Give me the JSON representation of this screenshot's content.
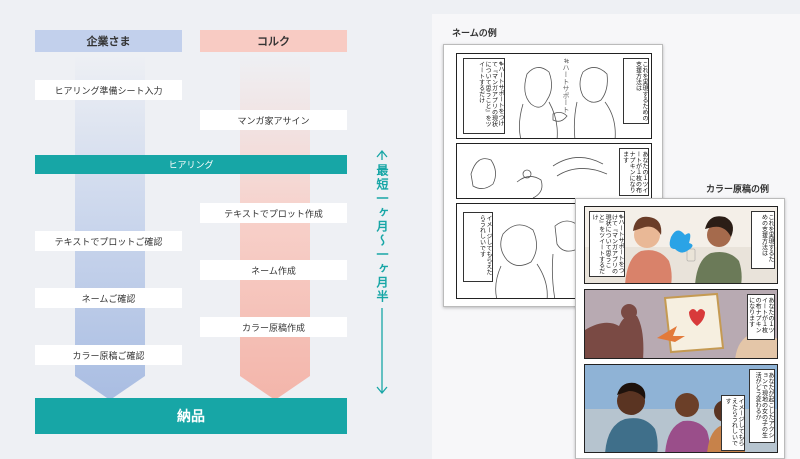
{
  "lanes": {
    "client": {
      "label": "企業さま",
      "color": "#b8c8e8"
    },
    "corc": {
      "label": "コルク",
      "color": "#f6c4bc"
    }
  },
  "client_steps": [
    "ヒアリング準備シート入力",
    "テキストでプロットご確認",
    "ネームご確認",
    "カラー原稿ご確認"
  ],
  "corc_steps": [
    "マンガ家アサイン",
    "テキストでプロット作成",
    "ネーム作成",
    "カラー原稿作成"
  ],
  "hearing": "ヒアリング",
  "delivery": "納品",
  "duration": "最短一ヶ月〜一ヶ月半",
  "accent_color": "#17a6a6",
  "examples": {
    "name_label": "ネームの例",
    "color_label": "カラー原稿の例",
    "manga_text": {
      "p1_left": "#ハートサポートをつけて『マンガアプリの現状について思うこと』をツイートするだけ",
      "p1_right": "これを実現するための支援方法は",
      "p2": "あなたの１ツイートが１枚の布ナプキンになります",
      "p3": "あなたが起こしたアクションで現地の女の子の生活がどう変わるか",
      "p3_b": "イメージしてもらえたらうれしいです",
      "hashtag_overlay": "#ハートサポート"
    }
  }
}
